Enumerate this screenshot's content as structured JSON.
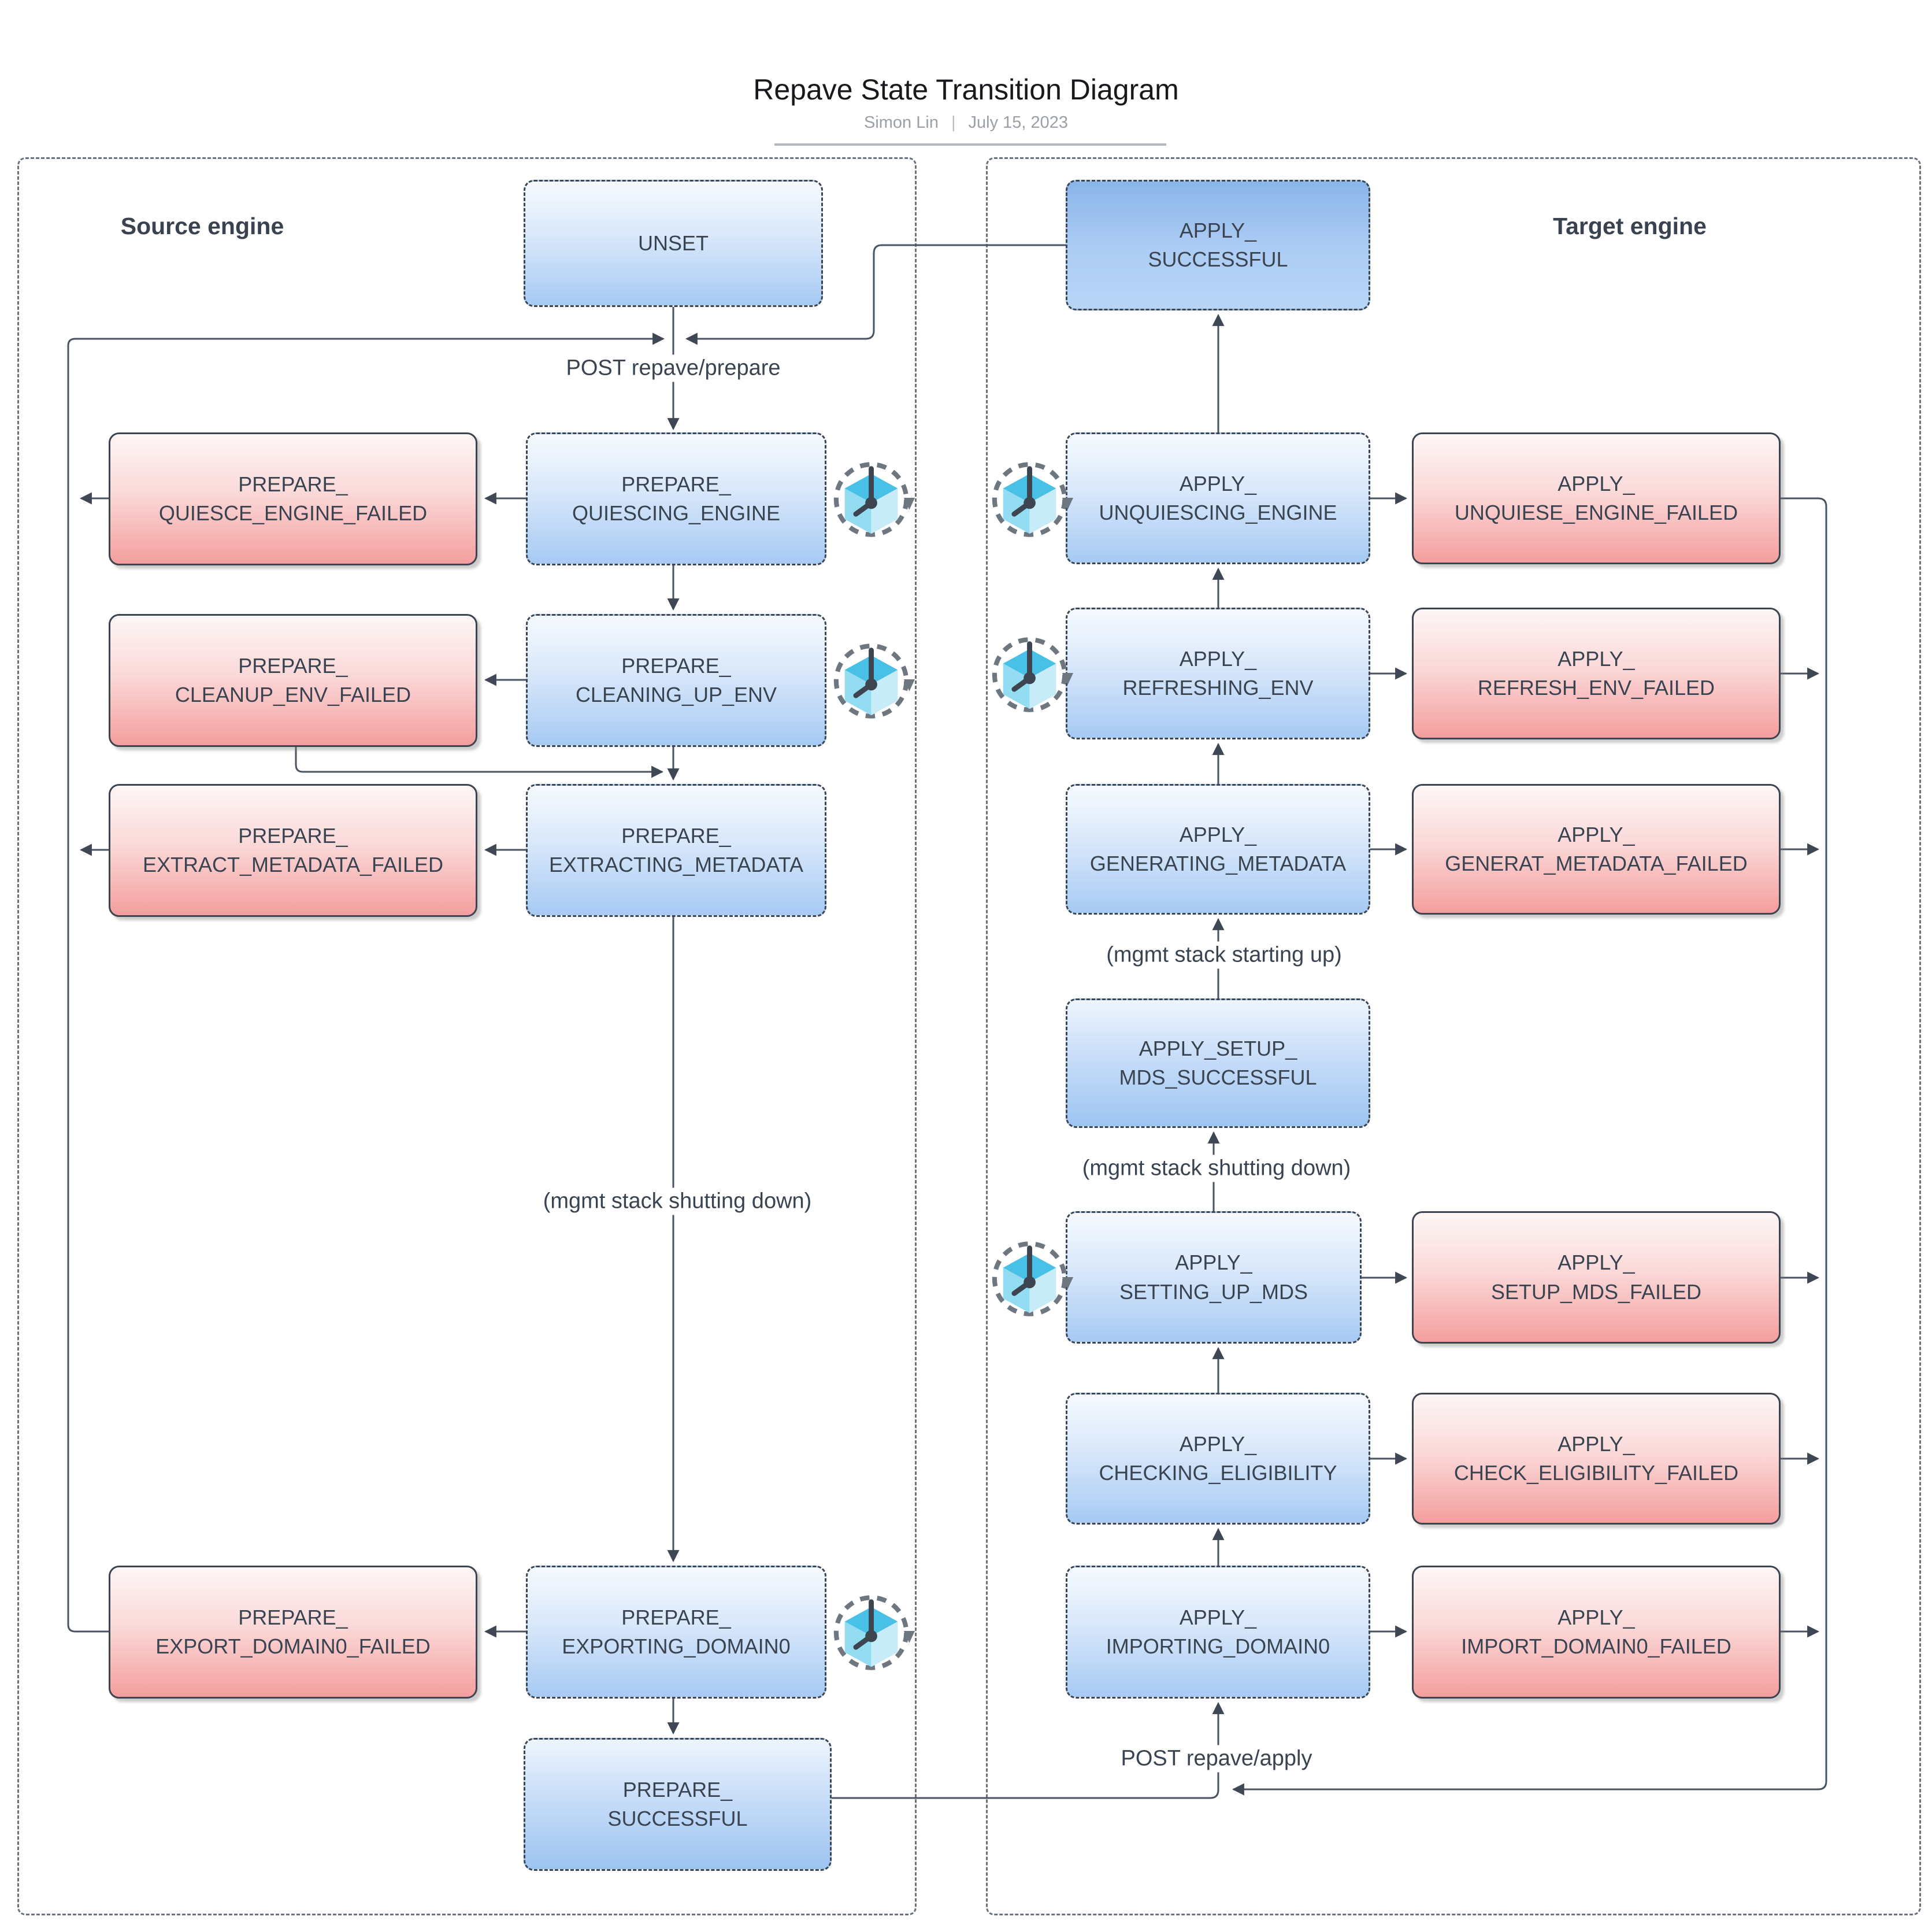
{
  "header": {
    "title": "Repave State Transition Diagram",
    "byline": {
      "author": "Simon Lin",
      "separator": "|",
      "date": "July 15, 2023"
    }
  },
  "containers": {
    "source": {
      "label": "Source engine"
    },
    "target": {
      "label": "Target engine"
    }
  },
  "nodes": {
    "unset": {
      "label": "UNSET"
    },
    "prepare_quiescing_engine": {
      "label": "PREPARE_\nQUIESCING_ENGINE"
    },
    "prepare_quiesce_engine_failed": {
      "label": "PREPARE_\nQUIESCE_ENGINE_FAILED"
    },
    "prepare_cleaning_up_env": {
      "label": "PREPARE_\nCLEANING_UP_ENV"
    },
    "prepare_cleanup_env_failed": {
      "label": "PREPARE_\nCLEANUP_ENV_FAILED"
    },
    "prepare_extracting_metadata": {
      "label": "PREPARE_\nEXTRACTING_METADATA"
    },
    "prepare_extract_metadata_failed": {
      "label": "PREPARE_\nEXTRACT_METADATA_FAILED"
    },
    "prepare_exporting_domain0": {
      "label": "PREPARE_\nEXPORTING_DOMAIN0"
    },
    "prepare_export_domain0_failed": {
      "label": "PREPARE_\nEXPORT_DOMAIN0_FAILED"
    },
    "prepare_successful": {
      "label": "PREPARE_\nSUCCESSFUL"
    },
    "apply_successful": {
      "label": "APPLY_\nSUCCESSFUL"
    },
    "apply_unquiescing_engine": {
      "label": "APPLY_\nUNQUIESCING_ENGINE"
    },
    "apply_unquiese_engine_failed": {
      "label": "APPLY_\nUNQUIESE_ENGINE_FAILED"
    },
    "apply_refreshing_env": {
      "label": "APPLY_\nREFRESHING_ENV"
    },
    "apply_refresh_env_failed": {
      "label": "APPLY_\nREFRESH_ENV_FAILED"
    },
    "apply_generating_metadata": {
      "label": "APPLY_\nGENERATING_METADATA"
    },
    "apply_generat_metadata_failed": {
      "label": "APPLY_\nGENERAT_METADATA_FAILED"
    },
    "apply_setup_mds_successful": {
      "label": "APPLY_SETUP_\nMDS_SUCCESSFUL"
    },
    "apply_setting_up_mds": {
      "label": "APPLY_\nSETTING_UP_MDS"
    },
    "apply_setup_mds_failed": {
      "label": "APPLY_\nSETUP_MDS_FAILED"
    },
    "apply_checking_eligibility": {
      "label": "APPLY_\nCHECKING_ELIGIBILITY"
    },
    "apply_check_eligibility_failed": {
      "label": "APPLY_\nCHECK_ELIGIBILITY_FAILED"
    },
    "apply_importing_domain0": {
      "label": "APPLY_\nIMPORTING_DOMAIN0"
    },
    "apply_import_domain0_failed": {
      "label": "APPLY_\nIMPORT_DOMAIN0_FAILED"
    }
  },
  "edge_labels": {
    "post_prepare": "POST repave/prepare",
    "mgmt_shutting_down_source": "(mgmt stack shutting down)",
    "mgmt_starting_up": "(mgmt stack starting up)",
    "mgmt_shutting_down_target": "(mgmt stack shutting down)",
    "post_apply": "POST repave/apply"
  },
  "icons": {
    "retry_clock": "isometric cube with clock hands inside dashed clockwise rotation arrow"
  },
  "colors": {
    "state_border": "#3c4450",
    "edge": "#4a5362",
    "container_border": "#69717c",
    "blue_state_top": "#f6fafe",
    "blue_state_bottom": "#a6caf3",
    "success_state_top": "#edf4fd",
    "success_state_bottom": "#9dc4f1",
    "apply_successful_top": "#8ab5e9",
    "apply_successful_bottom": "#b7d5f7",
    "failed_state_top": "#fdf6f6",
    "failed_state_bottom": "#f49e9e",
    "icon_cyan": "#49c1e7",
    "text": "#3a4350",
    "byline_gray": "#9aa0a6"
  }
}
